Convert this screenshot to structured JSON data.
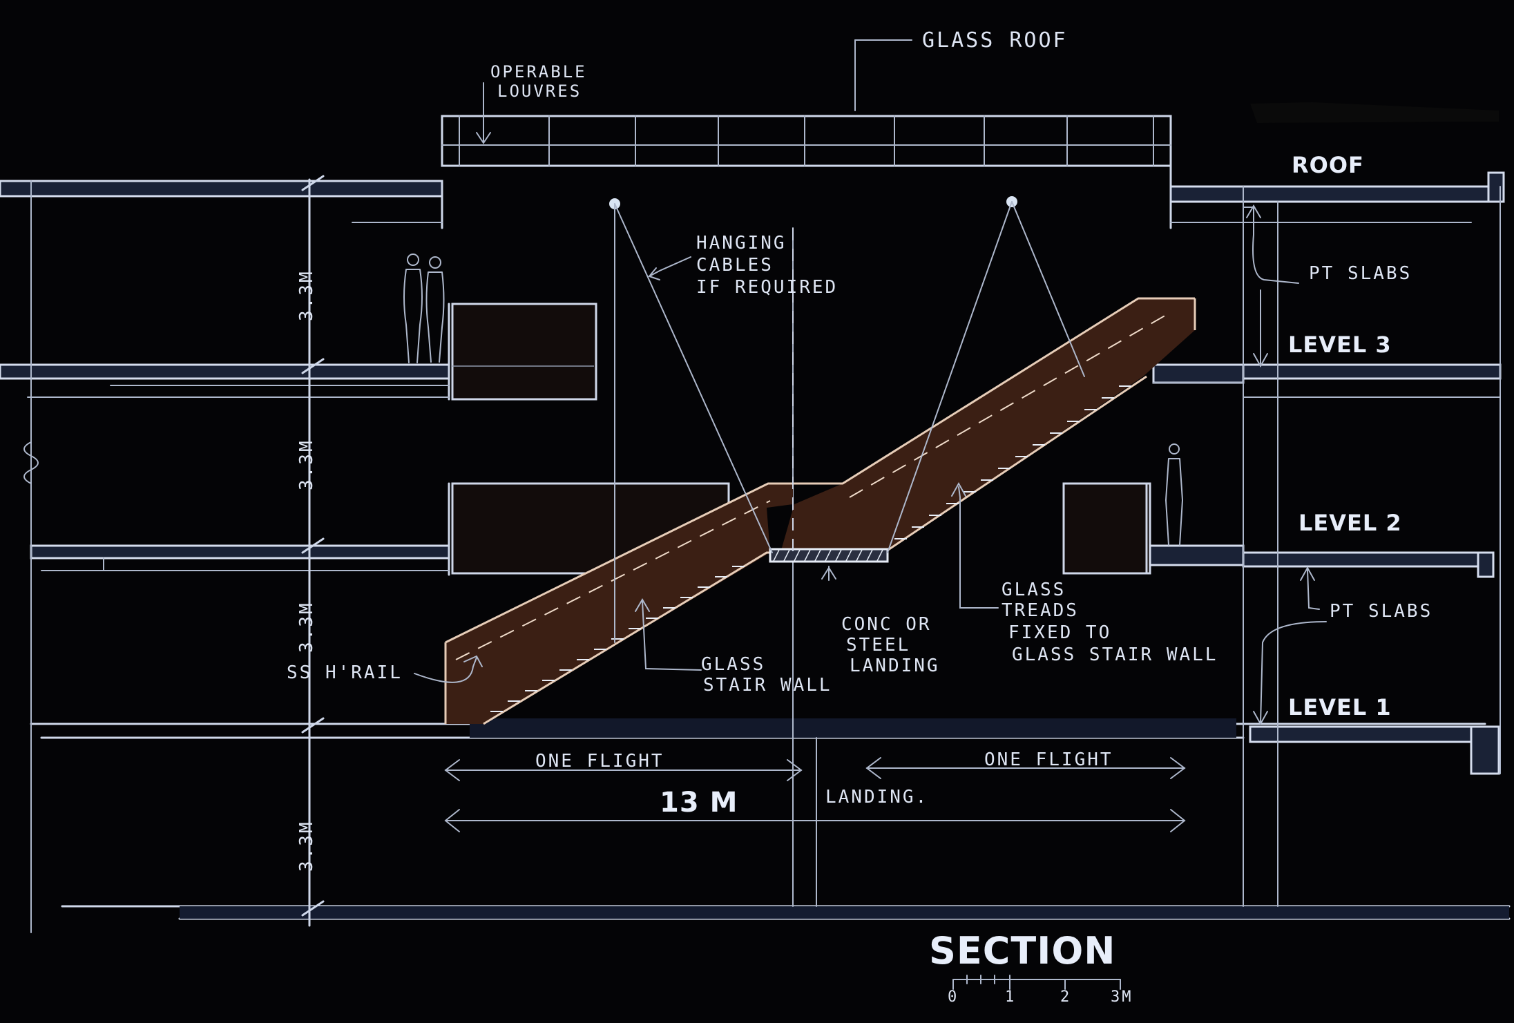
{
  "drawing": {
    "title": "SECTION",
    "scale_bar": {
      "ticks": [
        "0",
        "1",
        "2",
        "3M"
      ]
    }
  },
  "labels": {
    "glass_roof": "GLASS ROOF",
    "operable_louvres_line1": "OPERABLE",
    "operable_louvres_line2": "LOUVRES",
    "hanging_cables_line1": "HANGING",
    "hanging_cables_line2": "CABLES",
    "hanging_cables_line3": "IF REQUIRED",
    "roof": "ROOF",
    "pt_slabs_upper": "PT SLABS",
    "pt_slabs_lower": "PT SLABS",
    "level_3": "LEVEL 3",
    "level_2": "LEVEL 2",
    "level_1": "LEVEL 1",
    "glass_treads_line1": "GLASS",
    "glass_treads_line2": "TREADS",
    "glass_treads_line3": "FIXED TO",
    "glass_treads_line4": "GLASS STAIR WALL",
    "conc_landing_line1": "CONC OR",
    "conc_landing_line2": "STEEL",
    "conc_landing_line3": "LANDING",
    "glass_stair_wall_line1": "GLASS",
    "glass_stair_wall_line2": "STAIR WALL",
    "ss_handrail": "SS H'RAIL",
    "one_flight_left": "ONE FLIGHT",
    "one_flight_right": "ONE FLIGHT",
    "overall_dim": "13 M",
    "landing": "LANDING.",
    "height_top": "3.3M",
    "height_mid": "3.3M",
    "height_low": "3.3M",
    "height_base": "3.3M"
  }
}
